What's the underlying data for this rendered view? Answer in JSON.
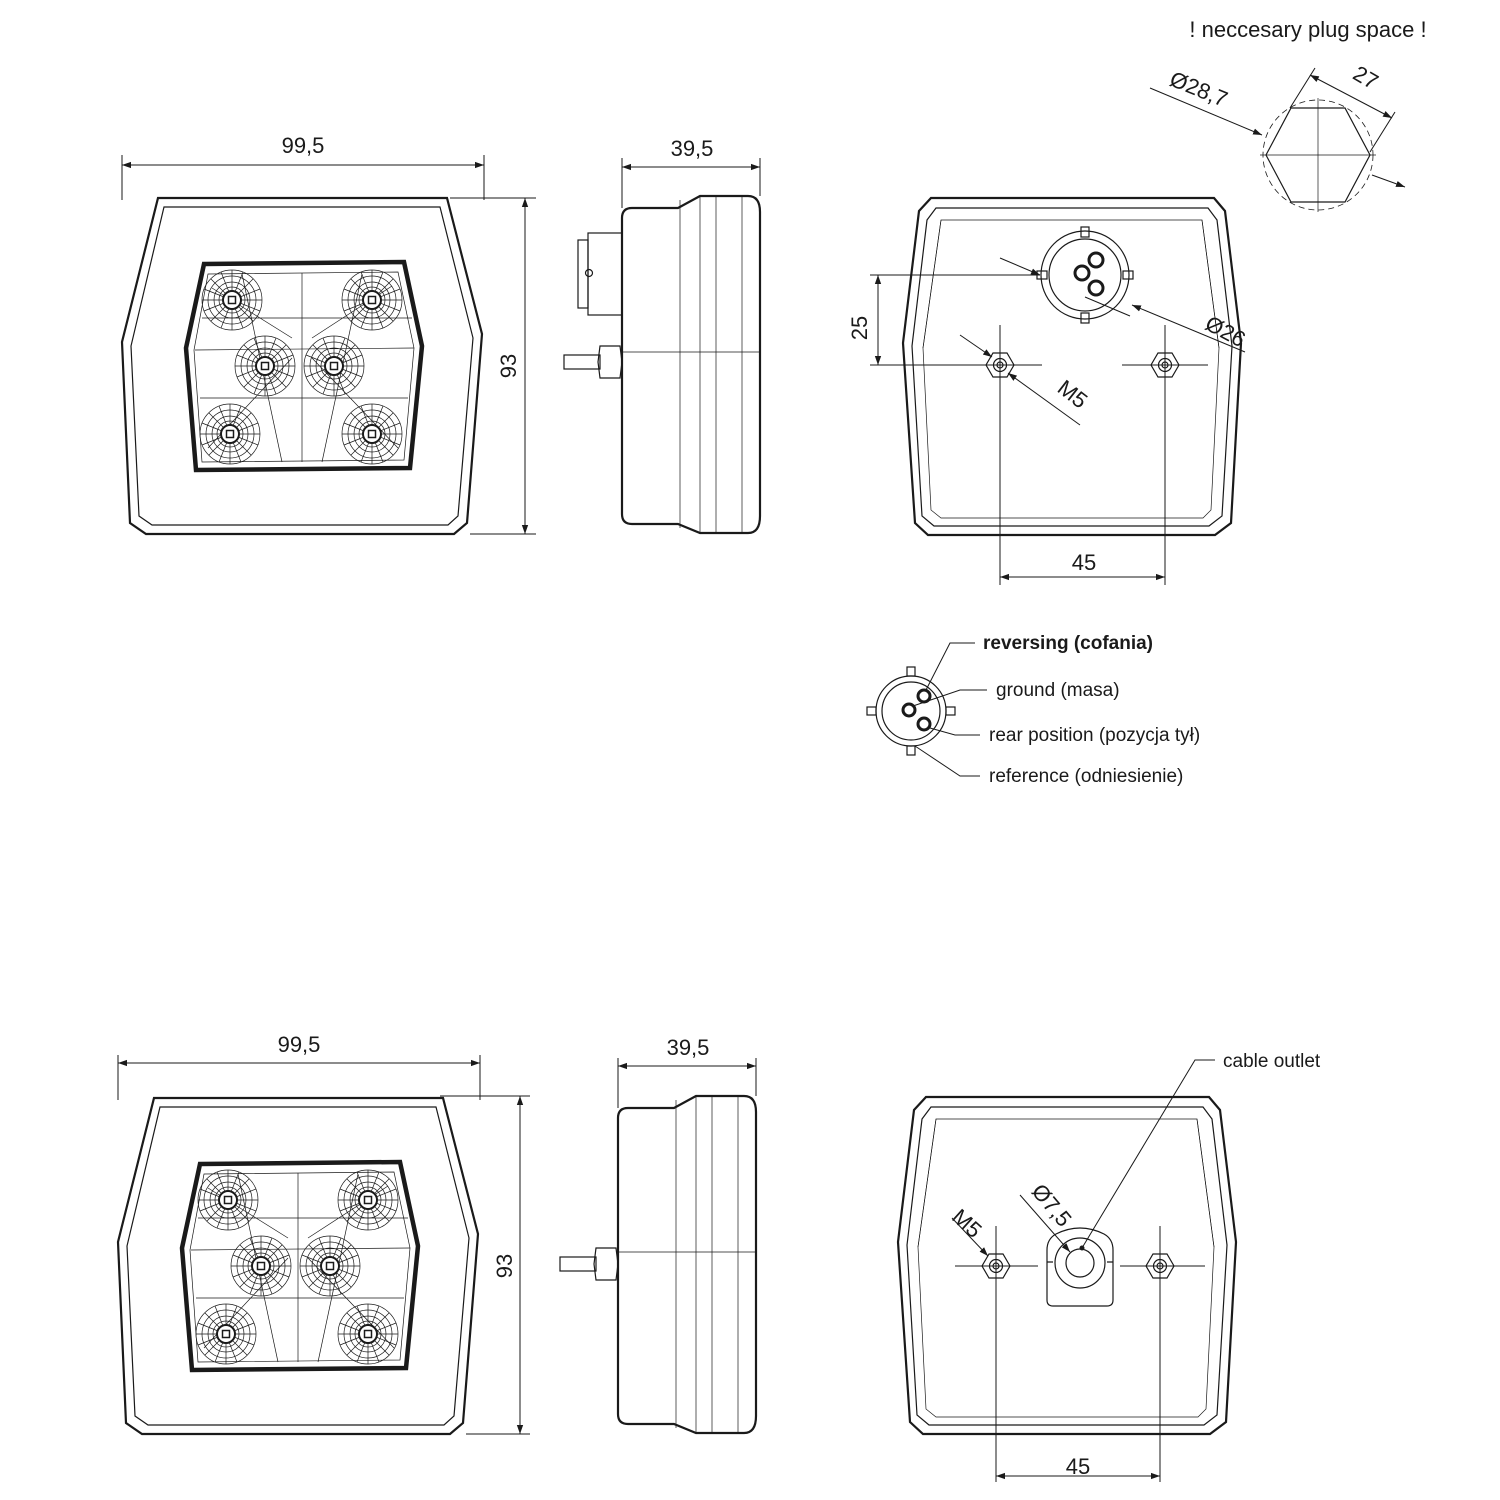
{
  "notes": {
    "plug_space": "! neccesary plug space !"
  },
  "dimensions": {
    "width": "99,5",
    "depth": "39,5",
    "height": "93",
    "bolt_spacing": "45",
    "plug_offset": "25",
    "plug_diameter": "Ø26",
    "plug_space_diameter": "Ø28,7",
    "plug_hex": "27",
    "thread": "M5",
    "cable_outlet_diameter": "Ø7,5"
  },
  "connector_legend": {
    "reversing": "reversing (cofania)",
    "ground": "ground (masa)",
    "rear_position": "rear position (pozycja tył)",
    "reference": "reference (odniesienie)"
  },
  "labels": {
    "cable_outlet": "cable outlet"
  }
}
